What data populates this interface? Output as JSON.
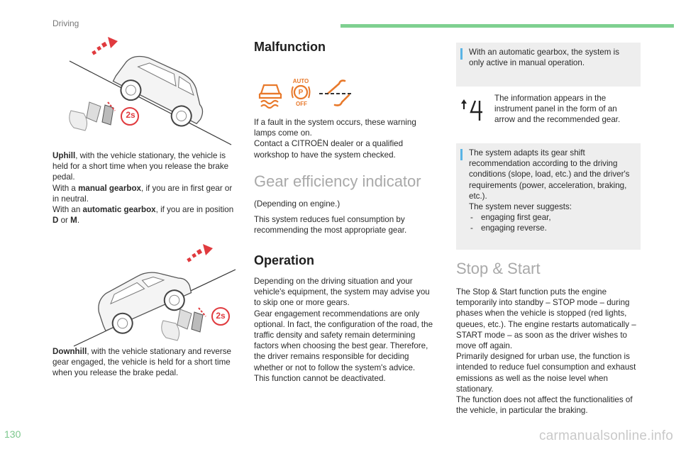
{
  "header": {
    "section_label": "Driving"
  },
  "footer": {
    "page_number": "130",
    "watermark": "carmanualsonline.info"
  },
  "left_column": {
    "uphill": {
      "badge": "2s",
      "paragraphs": [
        [
          {
            "t": "Uphill",
            "b": true
          },
          {
            "t": ", with the vehicle stationary, the vehicle is held for a short time when you release the brake pedal."
          }
        ],
        [
          {
            "t": "With a "
          },
          {
            "t": "manual gearbox",
            "b": true
          },
          {
            "t": ", if you are in first gear or in neutral."
          }
        ],
        [
          {
            "t": "With an "
          },
          {
            "t": "automatic gearbox",
            "b": true
          },
          {
            "t": ", if you are in position "
          },
          {
            "t": "D",
            "b": true
          },
          {
            "t": " or "
          },
          {
            "t": "M",
            "b": true
          },
          {
            "t": "."
          }
        ]
      ]
    },
    "downhill": {
      "badge": "2s",
      "paragraphs": [
        [
          {
            "t": "Downhill",
            "b": true
          },
          {
            "t": ", with the vehicle stationary and reverse gear engaged, the vehicle is held for a short time when you release the brake pedal."
          }
        ]
      ]
    }
  },
  "middle_column": {
    "malfunction": {
      "heading": "Malfunction",
      "lamp_auto": "AUTO",
      "lamp_p": "P",
      "lamp_off": "OFF",
      "paragraphs": [
        "If a fault in the system occurs, these warning lamps come on.",
        "Contact a CITROËN dealer or a qualified workshop to have the system checked."
      ]
    },
    "gear_efficiency": {
      "heading": "Gear efficiency indicator",
      "paragraphs": [
        "(Depending on engine.)",
        "This system reduces fuel consumption by recommending the most appropriate gear."
      ]
    },
    "operation": {
      "heading": "Operation",
      "paragraphs": [
        "Depending on the driving situation and your vehicle's equipment, the system may advise you to skip one or more gears.",
        "Gear engagement recommendations are only optional. In fact, the configuration of the road, the traffic density and safety remain determining factors when choosing the best gear. Therefore, the driver remains responsible for deciding whether or not to follow the system's advice.",
        "This function cannot be deactivated."
      ]
    }
  },
  "right_column": {
    "note_automatic": "With an automatic gearbox, the system is only active in manual operation.",
    "display_info": "The information appears in the instrument panel in the form of an arrow and the recommended gear.",
    "note_adapts": {
      "paragraphs": [
        "The system adapts its gear shift recommendation according to the driving conditions (slope, load, etc.) and the driver's requirements (power, acceleration, braking, etc.).",
        "The system never suggests:"
      ],
      "list": [
        "engaging first gear,",
        "engaging reverse."
      ]
    },
    "stop_start": {
      "heading": "Stop & Start",
      "paragraphs": [
        "The Stop & Start function puts the engine temporarily into standby – STOP mode – during phases when the vehicle is stopped (red lights, queues, etc.). The engine restarts automatically – START mode – as soon as the driver wishes to move off again.",
        "Primarily designed for urban use, the function is intended to reduce fuel consumption and exhaust emissions as well as the noise level when stationary.",
        "The function does not affect the functionalities of the vehicle, in particular the braking."
      ]
    }
  },
  "colors": {
    "accent_green": "#7ed090",
    "warning_orange": "#e8792b",
    "info_blue": "#5ab4e5",
    "arrow_red": "#e03a3e"
  }
}
